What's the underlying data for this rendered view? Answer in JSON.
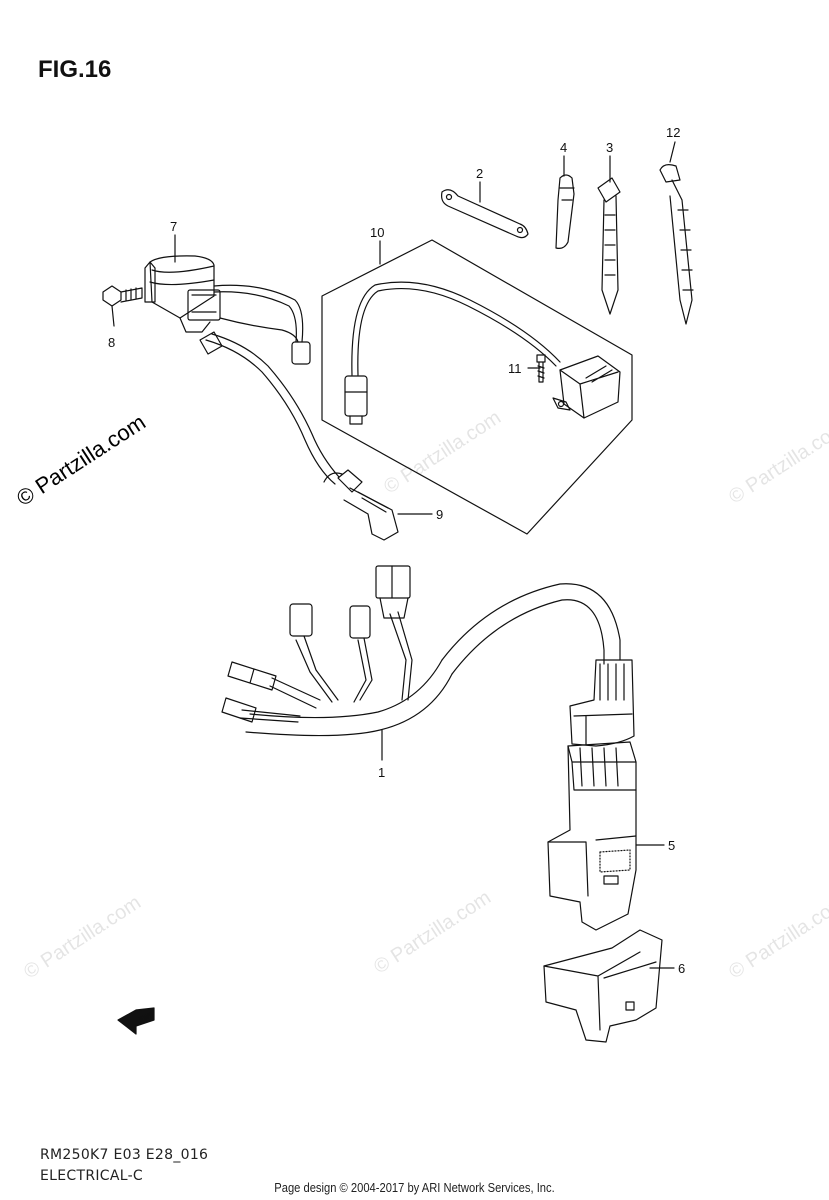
{
  "figure_title": "FIG.16",
  "watermark_main": "© Partzilla.com",
  "watermark_faint": "© Partzilla.com",
  "callouts": {
    "p1": "1",
    "p2": "2",
    "p3": "3",
    "p4": "4",
    "p5": "5",
    "p6": "6",
    "p7": "7",
    "p8": "8",
    "p9": "9",
    "p10": "10",
    "p11": "11",
    "p12": "12"
  },
  "fwd_label": "FWD",
  "diagram_code": "RM250K7 E03 E28_016",
  "section_name": "ELECTRICAL-C",
  "footer_text": "Page design © 2004-2017 by ARI Network Services, Inc."
}
